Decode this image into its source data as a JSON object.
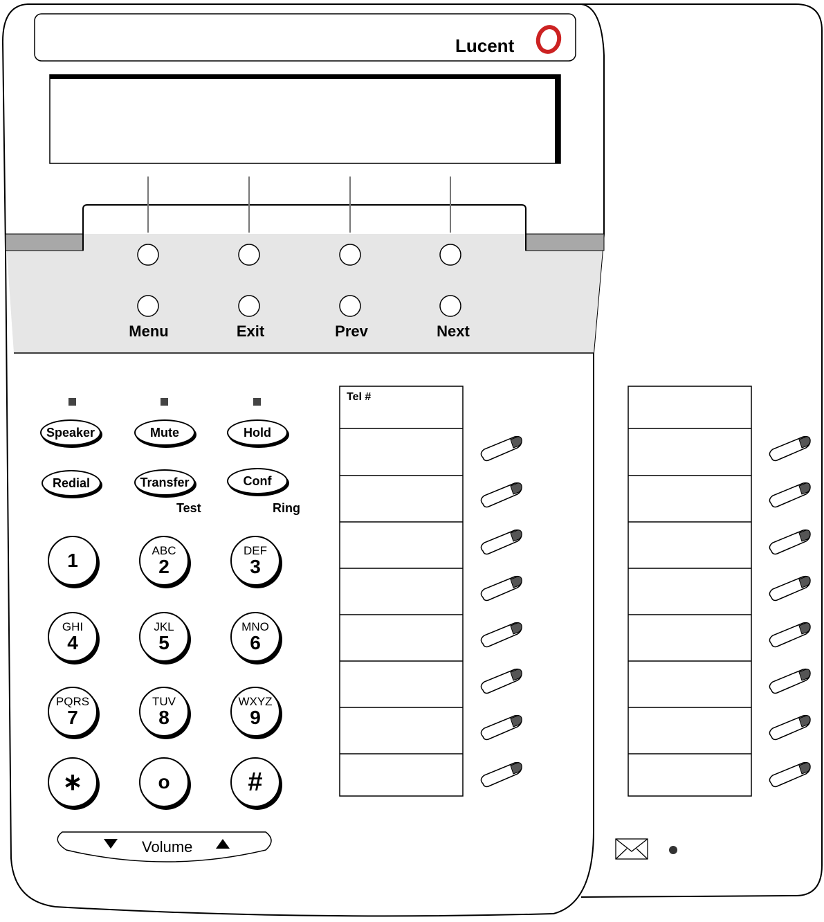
{
  "brand": {
    "name": "Lucent"
  },
  "softkeys": [
    {
      "label": "Menu"
    },
    {
      "label": "Exit"
    },
    {
      "label": "Prev"
    },
    {
      "label": "Next"
    }
  ],
  "function_buttons": [
    {
      "label": "Speaker",
      "led": true
    },
    {
      "label": "Mute",
      "led": true
    },
    {
      "label": "Hold",
      "led": true
    },
    {
      "label": "Redial",
      "led": false
    },
    {
      "label": "Transfer",
      "sublabel": "Test",
      "led": false
    },
    {
      "label": "Conf",
      "sublabel": "Ring",
      "led": false
    }
  ],
  "keypad": [
    {
      "digit": "1",
      "letters": ""
    },
    {
      "digit": "2",
      "letters": "ABC"
    },
    {
      "digit": "3",
      "letters": "DEF"
    },
    {
      "digit": "4",
      "letters": "GHI"
    },
    {
      "digit": "5",
      "letters": "JKL"
    },
    {
      "digit": "6",
      "letters": "MNO"
    },
    {
      "digit": "7",
      "letters": "PQRS"
    },
    {
      "digit": "8",
      "letters": "TUV"
    },
    {
      "digit": "9",
      "letters": "WXYZ"
    },
    {
      "digit": "∗",
      "letters": ""
    },
    {
      "digit": "o",
      "letters": ""
    },
    {
      "digit": "#",
      "letters": ""
    }
  ],
  "line_labels": {
    "tel": "Tel #"
  },
  "volume": {
    "label": "Volume",
    "down_icon": "triangle-down",
    "up_icon": "triangle-up"
  },
  "indicators": {
    "message_icon": "envelope",
    "message_led_icon": "dot"
  }
}
